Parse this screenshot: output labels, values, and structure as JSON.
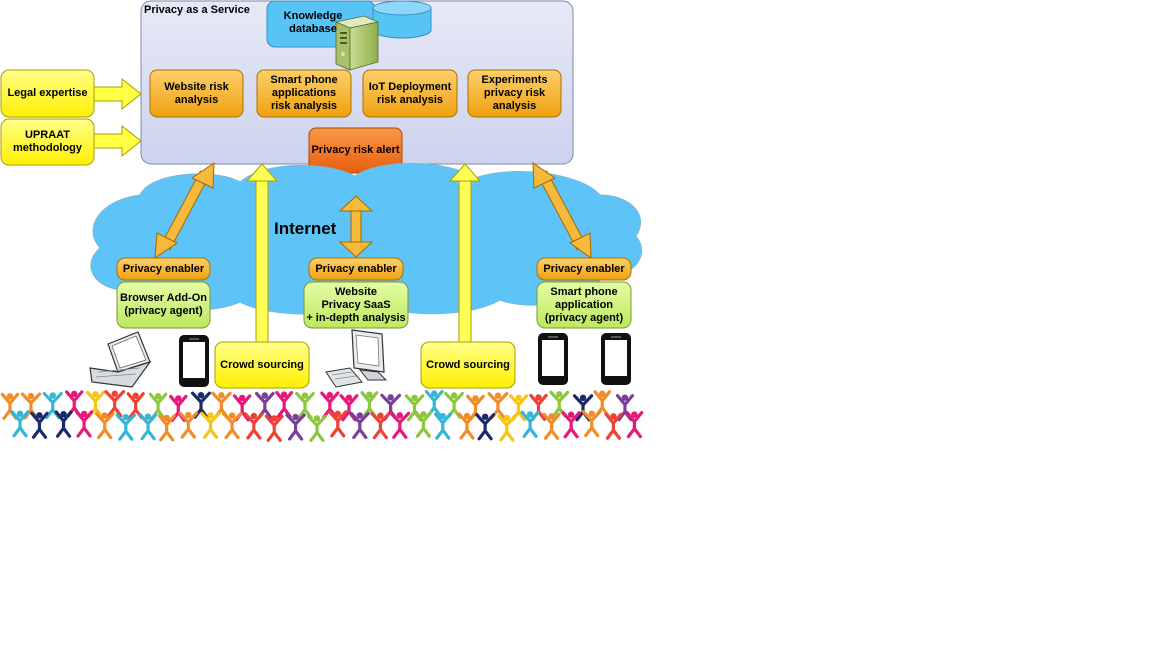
{
  "paas": {
    "title": "Privacy as a Service"
  },
  "knowledge_db": {
    "label": "Knowledge database"
  },
  "analyses": [
    {
      "label": "Website risk analysis"
    },
    {
      "label": "Smart phone applications risk analysis"
    },
    {
      "label": "IoT Deployment risk analysis"
    },
    {
      "label": "Experiments privacy risk analysis"
    }
  ],
  "risk_alert": {
    "label": "Privacy risk alert"
  },
  "inputs": [
    {
      "label": "Legal expertise"
    },
    {
      "label": "UPRAAT methodology"
    }
  ],
  "internet": {
    "label": "Internet"
  },
  "enablers": [
    {
      "label": "Privacy enabler"
    },
    {
      "label": "Privacy enabler"
    },
    {
      "label": "Privacy enabler"
    }
  ],
  "agents": [
    {
      "label": "Browser Add-On\n(privacy agent)"
    },
    {
      "label": "Website\nPrivacy SaaS\n+ in-depth analysis"
    },
    {
      "label": "Smart phone\napplication\n(privacy agent)"
    }
  ],
  "crowd": [
    {
      "label": "Crowd sourcing"
    },
    {
      "label": "Crowd sourcing"
    }
  ],
  "colors": {
    "paas_fill": "#d6dbf0",
    "analysis_fill": "#f5ab18",
    "alert_fill": "#f27316",
    "input_fill": "#ffff1e",
    "cloud_fill": "#5ec4f8",
    "db_fill": "#56c4f5",
    "agent_fill": "#ccf07a",
    "arrow_orange": "#f6b93c",
    "arrow_yellow": "#ffff55"
  }
}
